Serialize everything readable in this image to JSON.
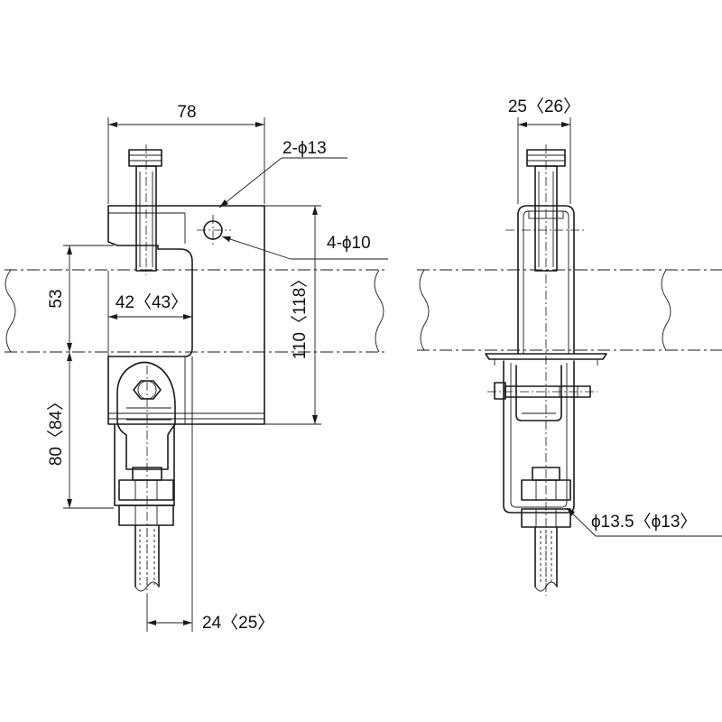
{
  "labels": {
    "width_78": "78",
    "hole_2x13": "2-ϕ13",
    "hole_4x10": "4-ϕ10",
    "height_53": "53",
    "inner_42": "42〈43〉",
    "height_110": "110〈118〉",
    "height_80": "80〈84〉",
    "offset_24": "24〈25〉",
    "width_25": "25〈26〉",
    "hole_13_5": "ϕ13.5〈ϕ13〉"
  }
}
